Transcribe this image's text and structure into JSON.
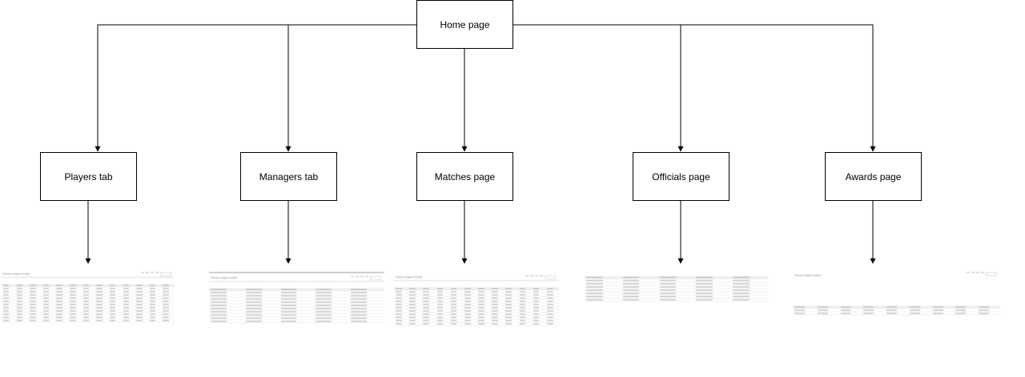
{
  "diagram": {
    "root": {
      "label": "Home page"
    },
    "nodes": [
      {
        "id": "players",
        "label": "Players tab"
      },
      {
        "id": "managers",
        "label": "Managers tab"
      },
      {
        "id": "matches",
        "label": "Matches page"
      },
      {
        "id": "officials",
        "label": "Officials page"
      },
      {
        "id": "awards",
        "label": "Awards page"
      }
    ],
    "edges": [
      {
        "from": "home",
        "to": "players"
      },
      {
        "from": "home",
        "to": "managers"
      },
      {
        "from": "home",
        "to": "matches"
      },
      {
        "from": "home",
        "to": "officials"
      },
      {
        "from": "home",
        "to": "awards"
      },
      {
        "from": "players",
        "to": "players-screenshot"
      },
      {
        "from": "managers",
        "to": "managers-screenshot"
      },
      {
        "from": "matches",
        "to": "matches-screenshot"
      },
      {
        "from": "officials",
        "to": "officials-screenshot"
      },
      {
        "from": "awards",
        "to": "awards-screenshot"
      }
    ],
    "line_color": "#000000",
    "box_border_color": "#000000"
  },
  "thumbnails": {
    "players": {
      "title": "Premier League Football"
    },
    "managers": {
      "title": "Premier League Football"
    },
    "matches": {
      "title": "Premier League Football"
    },
    "officials": {
      "title": ""
    },
    "awards": {
      "title": "Premier League Football"
    }
  }
}
